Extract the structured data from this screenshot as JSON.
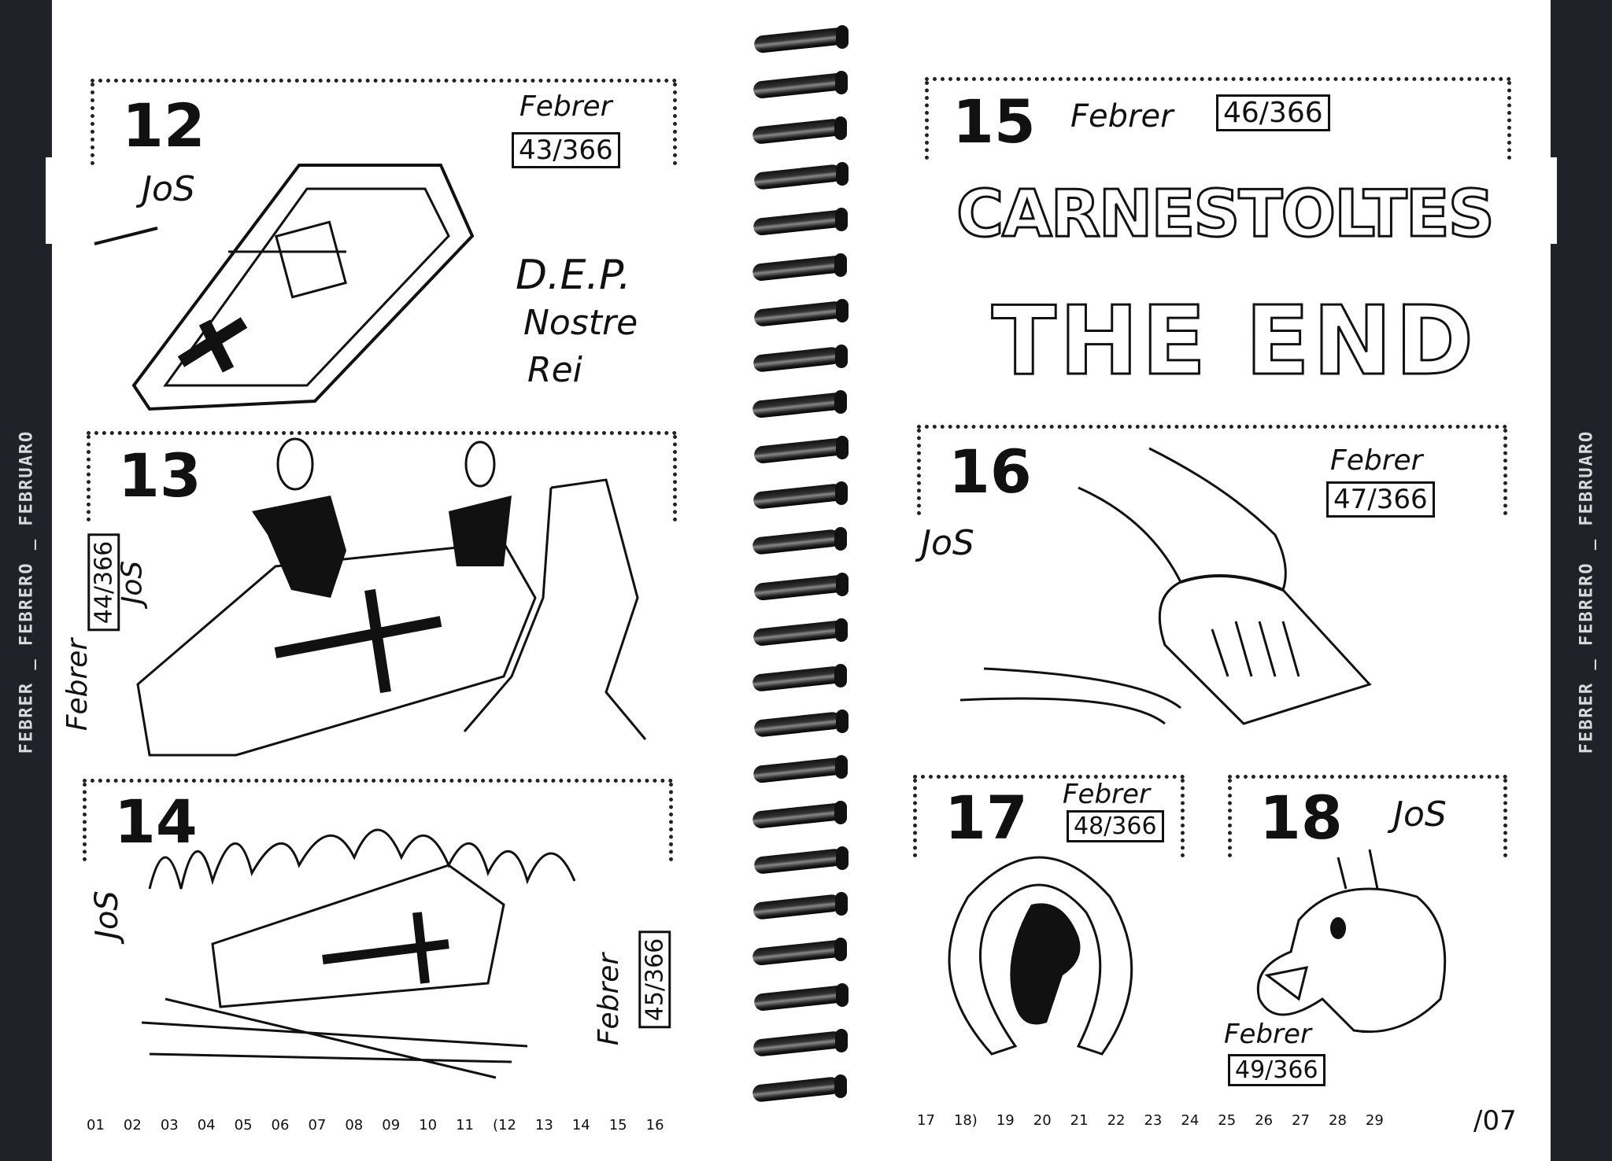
{
  "spine": {
    "left_label": "FEBRER _ FEBRERO _ FEBRUARO",
    "right_label": "FEBRER _ FEBRERO _ FEBRUARO"
  },
  "days": [
    {
      "number": "12",
      "month": "Febrer",
      "count": "43/366",
      "signature": "JoS",
      "text_lines": [
        "D.E.P.",
        "Nostre",
        "Rei"
      ]
    },
    {
      "number": "13",
      "month": "Febrer",
      "count": "44/366",
      "signature": "JoS"
    },
    {
      "number": "14",
      "month": "Febrer",
      "count": "45/366",
      "signature": "JoS"
    },
    {
      "number": "15",
      "month": "Febrer",
      "count": "46/366",
      "title_lines": [
        "CARNESTOLTES",
        "THE END"
      ]
    },
    {
      "number": "16",
      "month": "Febrer",
      "count": "47/366",
      "signature": "JoS"
    },
    {
      "number": "17",
      "month": "Febrer",
      "count": "48/366"
    },
    {
      "number": "18",
      "month": "Febrer",
      "count": "49/366",
      "signature": "JoS"
    }
  ],
  "footer_left": [
    "01",
    "02",
    "03",
    "04",
    "05",
    "06",
    "07",
    "08",
    "09",
    "10",
    "11",
    "(12",
    "13",
    "14",
    "15",
    "16"
  ],
  "footer_right": [
    "17",
    "18)",
    "19",
    "20",
    "21",
    "22",
    "23",
    "24",
    "25",
    "26",
    "27",
    "28",
    "29"
  ],
  "page_number": "/07"
}
